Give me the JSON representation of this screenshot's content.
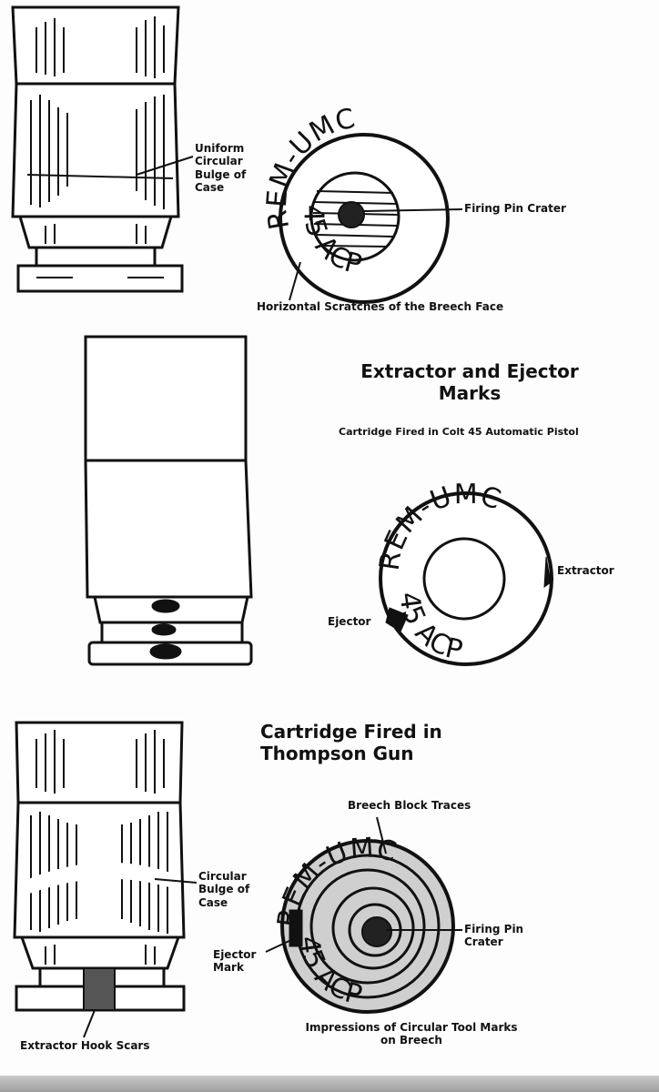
{
  "top_section": {
    "bulge_label": "Uniform Circular Bulge of Case",
    "headstamp_top": "REM-UMC",
    "headstamp_bottom": "45 ACP",
    "firing_pin_label": "Firing Pin Crater",
    "scratches_label": "Horizontal Scratches of the Breech Face"
  },
  "middle_section": {
    "title": "Extractor and Ejector Marks",
    "subtitle": "Cartridge Fired in Colt 45 Automatic Pistol",
    "headstamp_top": "REM-UMC",
    "headstamp_bottom": "45 ACP",
    "extractor_label": "Extractor",
    "ejector_label": "Ejector"
  },
  "bottom_section": {
    "title": "Cartridge Fired in Thompson Gun",
    "breech_block_label": "Breech Block Traces",
    "bulge_label": "Circular Bulge of Case",
    "headstamp_top": "REM-UMC",
    "headstamp_bottom": "45 ACP",
    "firing_pin_label": "Firing Pin Crater",
    "ejector_label": "Ejector Mark",
    "extractor_label": "Extractor Hook Scars",
    "tool_marks_label": "Impressions of Circular Tool Marks on Breech"
  }
}
